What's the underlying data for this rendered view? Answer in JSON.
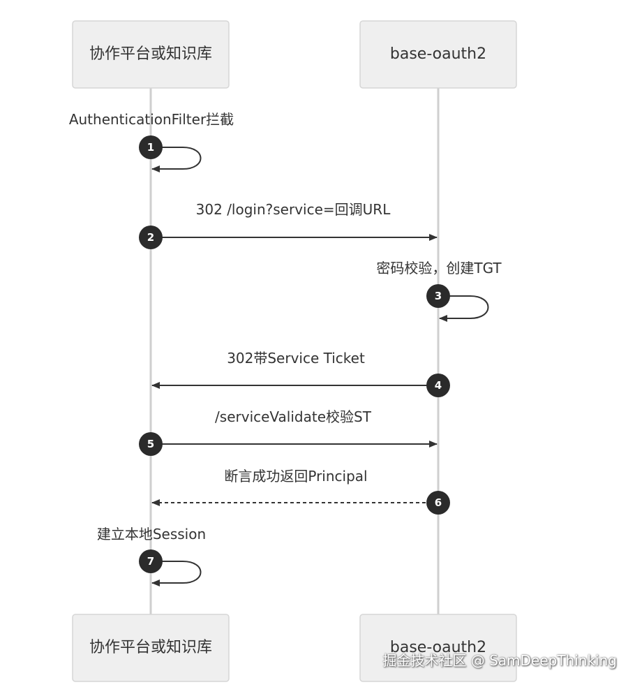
{
  "actors": {
    "client": "协作平台或知识库",
    "server": "base-oauth2"
  },
  "messages": [
    {
      "num": "1",
      "label": "AuthenticationFilter拦截"
    },
    {
      "num": "2",
      "label": "302 /login?service=回调URL"
    },
    {
      "num": "3",
      "label": "密码校验，创建TGT"
    },
    {
      "num": "4",
      "label": "302带Service Ticket"
    },
    {
      "num": "5",
      "label": "/serviceValidate校验ST"
    },
    {
      "num": "6",
      "label": "断言成功返回Principal"
    },
    {
      "num": "7",
      "label": "建立本地Session"
    }
  ],
  "watermark": "掘金技术社区 @ SamDeepThinking",
  "colors": {
    "actor_fill": "#efefef",
    "line": "#333333",
    "badge": "#2b2b2b"
  }
}
